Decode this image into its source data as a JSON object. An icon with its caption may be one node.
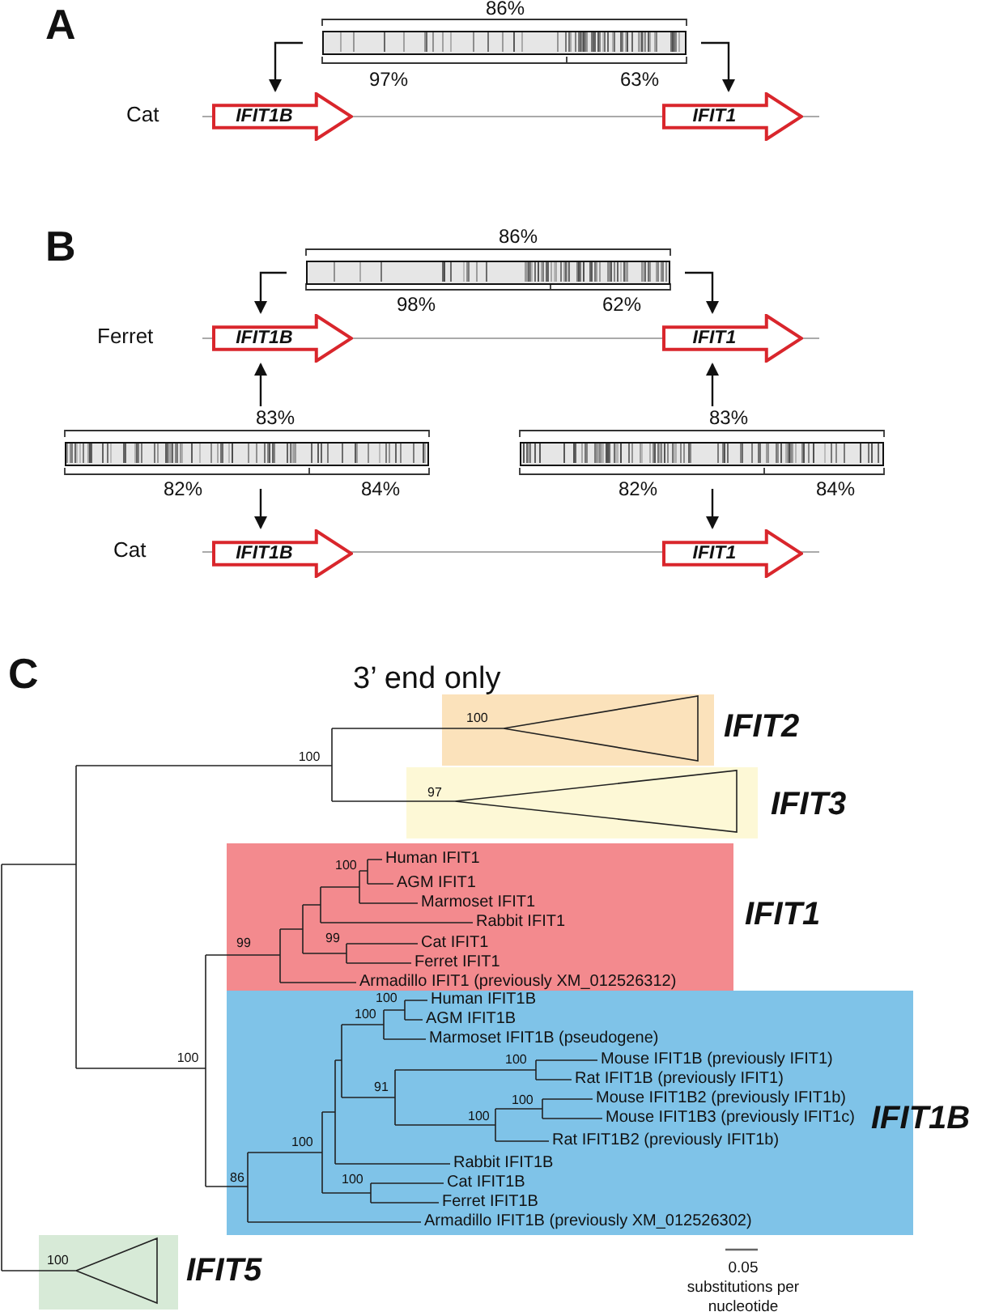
{
  "diagram": {
    "nodes": [
      {
        "text": [
          "IFIT1B"
        ]
      },
      {
        "text": [
          "IFIT1"
        ]
      },
      {
        "text": [],
        "shape": "bar"
      },
      {
        "text": [
          "IFIT1B"
        ]
      },
      {
        "text": [
          "IFIT1"
        ]
      },
      {
        "text": [],
        "shape": "bar"
      },
      {
        "text": [],
        "shape": "bar"
      },
      {
        "text": [
          "IFIT1B"
        ]
      },
      {
        "text": [],
        "shape": "bar"
      },
      {
        "text": [
          "IFIT1"
        ]
      },
      {
        "text": [
          "100"
        ],
        "beside": [
          "IFIT2"
        ]
      },
      {
        "text": [
          "97"
        ],
        "beside": [
          "IFIT3"
        ]
      },
      {
        "text": [
          "100",
          "Human IFIT1",
          "AGM IFIT1",
          "Marmoset IFIT1",
          "Rabbit IFIT1",
          "99",
          "99",
          "Cat IFIT1",
          "Ferret IFIT1",
          "Armadillo IFIT1 (previously XM_012526312)"
        ],
        "beside": [
          "IFIT1"
        ]
      },
      {
        "text": [
          "100",
          "Human IFIT1B",
          "100",
          "AGM IFIT1B",
          "Marmoset IFIT1B (pseudogene)",
          "100",
          "Mouse IFIT1B (previously IFIT1)",
          "Rat IFIT1B (previously IFIT1)",
          "91",
          "100",
          "Mouse IFIT1B2 (previously IFIT1b)",
          "100",
          "Mouse IFIT1B3 (previously IFIT1c)",
          "100",
          "Rat IFIT1B2 (previously IFIT1b)",
          "Rabbit IFIT1B",
          "100",
          "86",
          "Cat IFIT1B",
          "Ferret IFIT1B",
          "Armadillo IFIT1B (previously XM_012526302)"
        ],
        "beside": [
          "IFIT1B"
        ]
      },
      {
        "text": [
          "100"
        ],
        "beside": [
          "IFIT5"
        ]
      }
    ],
    "edges": [
      {
        "from": 2,
        "to": 0,
        "arrow": "to"
      },
      {
        "from": 2,
        "to": 1,
        "arrow": "to"
      },
      {
        "from": 5,
        "to": 3,
        "arrow": "to"
      },
      {
        "from": 5,
        "to": 4,
        "arrow": "to"
      },
      {
        "from": 6,
        "to": 3,
        "arrow": "to"
      },
      {
        "from": 6,
        "to": 7,
        "arrow": "to"
      },
      {
        "from": 8,
        "to": 4,
        "arrow": "to"
      },
      {
        "from": 8,
        "to": 9,
        "arrow": "to"
      }
    ],
    "labels": [
      "A",
      "86%",
      "97%",
      "63%",
      "Cat",
      "B",
      "86%",
      "98%",
      "62%",
      "Ferret",
      "83%",
      "83%",
      "82%",
      "84%",
      "82%",
      "84%",
      "Cat",
      "C",
      "3’ end only",
      "100",
      "100",
      "0.05",
      "substitutions per nucleotide"
    ]
  }
}
